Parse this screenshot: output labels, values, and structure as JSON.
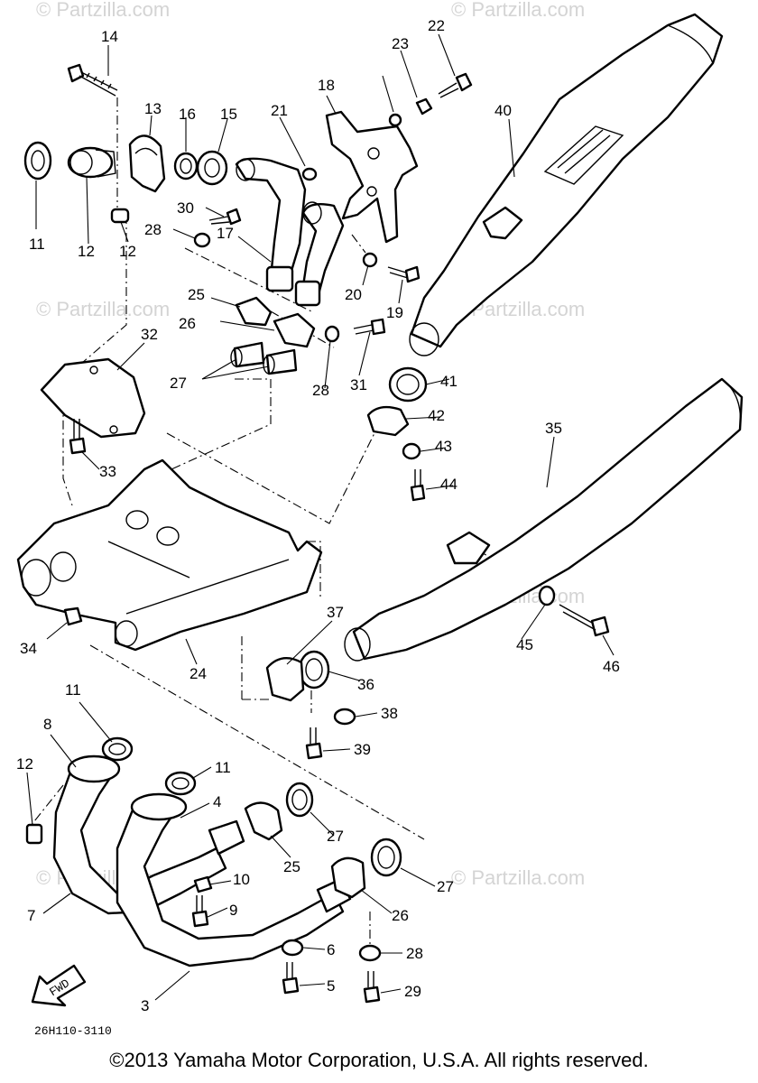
{
  "diagram": {
    "drawing_code": "26H110-3110",
    "front_arrow_label": "FWD",
    "copyright": "©2013  Yamaha Motor Corporation, U.S.A. All rights reserved.",
    "watermark": "© Partzilla.com",
    "callouts": [
      "14",
      "13",
      "16",
      "15",
      "21",
      "18",
      "23",
      "22",
      "40",
      "11",
      "12",
      "12",
      "30",
      "28",
      "17",
      "20",
      "19",
      "25",
      "26",
      "27",
      "28",
      "31",
      "41",
      "42",
      "43",
      "44",
      "32",
      "33",
      "35",
      "34",
      "24",
      "37",
      "36",
      "38",
      "39",
      "45",
      "46",
      "11",
      "8",
      "12",
      "11",
      "4",
      "27",
      "25",
      "27",
      "26",
      "10",
      "9",
      "7",
      "6",
      "28",
      "5",
      "29",
      "3"
    ]
  }
}
